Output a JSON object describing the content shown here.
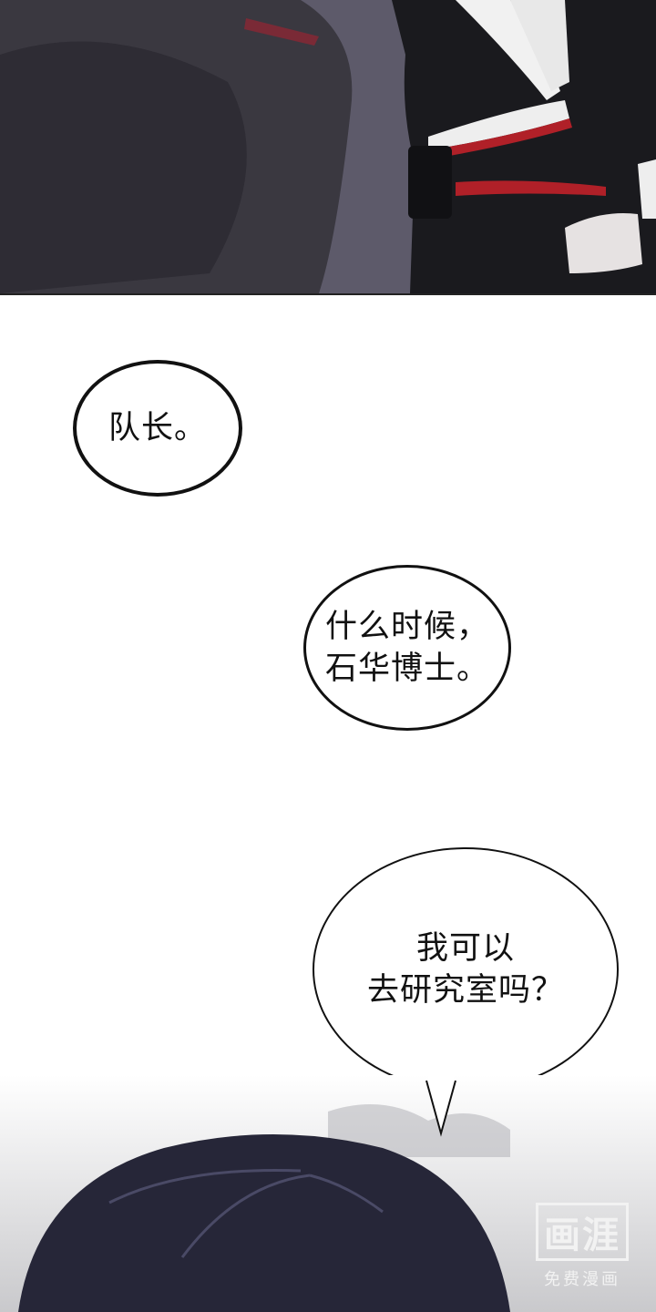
{
  "bubbles": [
    {
      "line1": "队长。"
    },
    {
      "line1": "什么时候，",
      "line2": "石华博士。"
    },
    {
      "line1": "我可以",
      "line2": "去研究室吗？"
    }
  ],
  "watermark": {
    "logo": "画涯",
    "subtitle": "免费漫画"
  },
  "colors": {
    "panel_bg": "#5d5a6a",
    "uniform": "#1a1a1e",
    "accent_red": "#b02028",
    "hair": "#262638"
  }
}
